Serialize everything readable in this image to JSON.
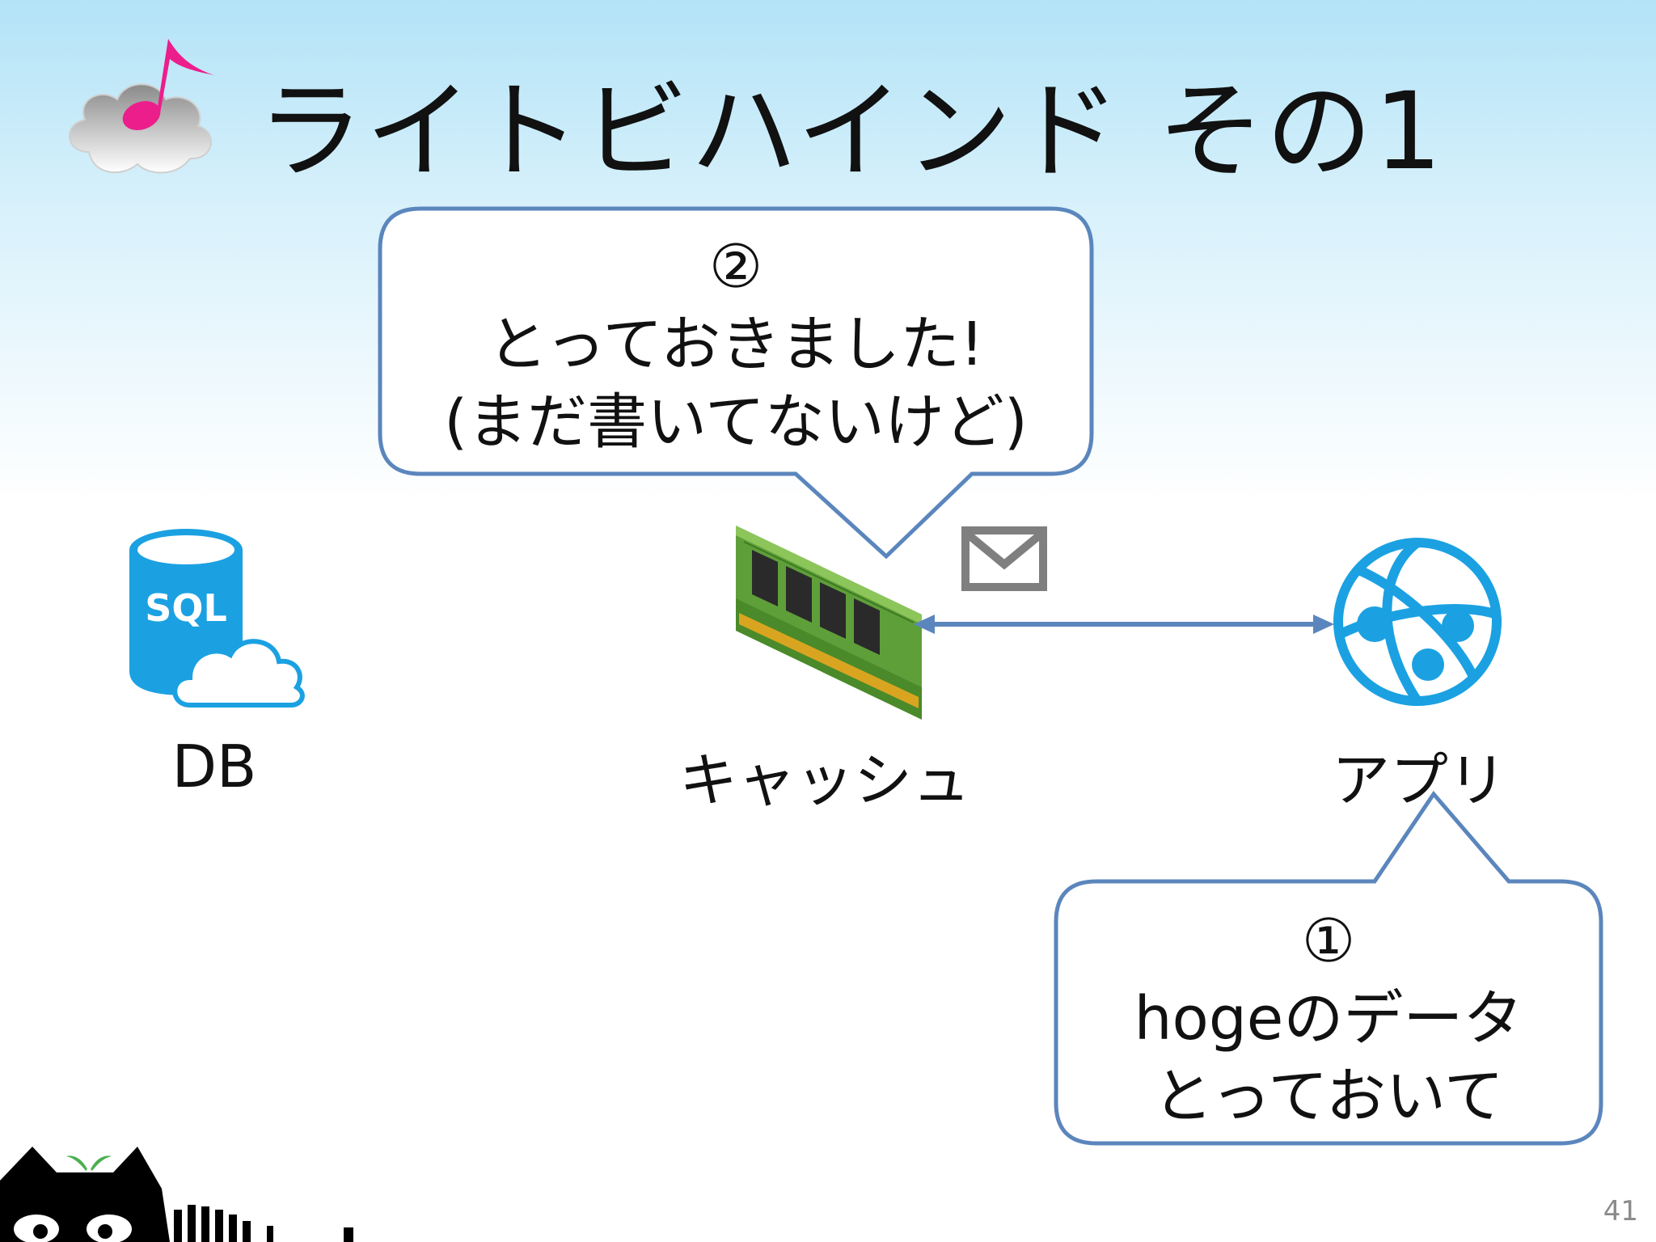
{
  "slide": {
    "title": "ライトビハインド その1",
    "page_number": "41"
  },
  "bubble_cache": {
    "line1": "②",
    "line2": "とっておきました!",
    "line3": "(まだ書いてないけど)"
  },
  "bubble_app": {
    "line1": "①",
    "line2": "hogeのデータ",
    "line3": "とっておいて"
  },
  "nodes": {
    "db_label": "DB",
    "cache_label": "キャッシュ",
    "app_label": "アプリ",
    "sql_text": "SQL"
  },
  "colors": {
    "bubble_border": "#5b86bd",
    "arrow": "#5b86bd",
    "azure_blue": "#1ba1e2",
    "envelope": "#7f7f7f",
    "title_text": "#111111"
  }
}
